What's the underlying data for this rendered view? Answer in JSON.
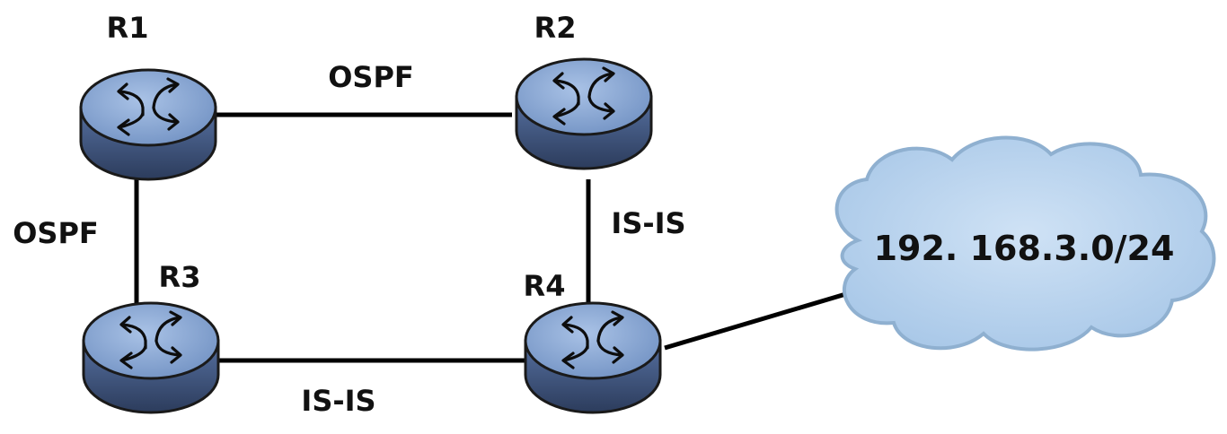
{
  "routers": [
    {
      "id": "r1",
      "name": "R1"
    },
    {
      "id": "r2",
      "name": "R2"
    },
    {
      "id": "r3",
      "name": "R3"
    },
    {
      "id": "r4",
      "name": "R4"
    }
  ],
  "links": [
    {
      "id": "r1-r2",
      "protocol": "OSPF"
    },
    {
      "id": "r1-r3",
      "protocol": "OSPF"
    },
    {
      "id": "r2-r4",
      "protocol": "IS-IS"
    },
    {
      "id": "r3-r4",
      "protocol": "IS-IS"
    }
  ],
  "network": {
    "prefix": "192. 168.3.0/24"
  },
  "colors": {
    "router_top": "#8aa8d4",
    "router_side": "#3e5275",
    "router_outline": "#1a1a1a",
    "cloud_fill": "#b9d3ec",
    "cloud_outline": "#8fb0d0",
    "link_line": "#000000"
  }
}
